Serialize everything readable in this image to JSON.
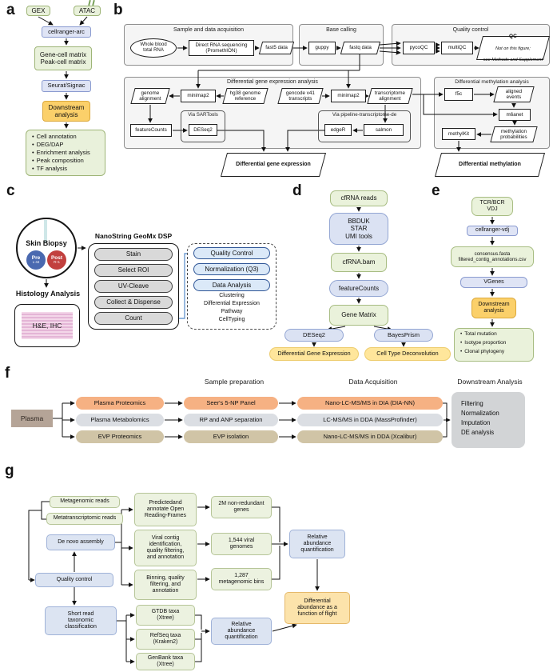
{
  "figure": {
    "panel_labels": {
      "a": "a",
      "b": "b",
      "c": "c",
      "d": "d",
      "e": "e",
      "f": "f",
      "g": "g"
    }
  },
  "colors": {
    "green_fill": "#e9f1db",
    "green_border": "#9eb577",
    "blue_fill": "#dfe4f5",
    "blue_border": "#8a9bd0",
    "orange_fill": "#fbd06a",
    "yellow_fill": "#ffe69b",
    "salmon_fill": "#f6b183",
    "gray_row_fill": "#dbdee3",
    "tan_fill": "#d0c4a6",
    "plasma_fill": "#b5a497",
    "downstream_gray": "#d2d4d6",
    "section_fill": "#f5f5f5",
    "step_button_gray": "#d9d9d9",
    "analysis_button_blue": "#dbe9f8",
    "pre_blue": "#4a69b0",
    "post_red": "#c2403e",
    "pink_fill": "#eecbe2",
    "connector_blue": "#6d9ad0"
  },
  "a": {
    "gex": "GEX",
    "atac": "ATAC",
    "cellranger": "cellranger-arc",
    "matrices": "Gene-cell matrix\nPeak-cell matrix",
    "seurat": "Seurat/Signac",
    "downstream": "Downstream\nanalysis",
    "bullets": [
      "Cell annotation",
      "DEG/DAP",
      "Enrichment analysis",
      "Peak composition",
      "TF analysis"
    ]
  },
  "b": {
    "sec_sample": "Sample and data acquisition",
    "whole_blood": "Whole blood\ntotal RNA",
    "drs": "Direct RNA sequencing\n(PromethION)",
    "fast5": "fast5 data",
    "sec_base": "Base calling",
    "guppy": "guppy",
    "fastq": "fastq data",
    "sec_qc": "Quality control",
    "pycoqc": "pycoQC",
    "multiqc": "multiQC",
    "qc_title": "QC",
    "qc_note1": "Not on this figure;",
    "qc_note2": "see Methods and Supplement",
    "sec_dge": "Differential gene expression analysis",
    "genome_alignment": "genome\nalignment",
    "minimap2_1": "minimap2",
    "hg38": "hg38 genome\nreference",
    "gencode": "gencode v41\ntranscripts",
    "minimap2_2": "minimap2",
    "transcriptome_alignment": "transcriptome\nalignment",
    "featurecounts": "featureCounts",
    "via_sartools": "Via SARTools",
    "deseq2": "DESeq2",
    "via_ptd": "Via pipeline-transcriptome-de",
    "edger": "edgeR",
    "salmon": "salmon",
    "dge_out": "Differential gene expression",
    "sec_dma": "Differential methylation analysis",
    "f5c": "f5c",
    "aligned_events": "aligned\nevents",
    "m6anet": "m6anet",
    "meth_prob": "methylation\nprobabilities",
    "methylkit": "methylKit",
    "dma_out": "Differential methylation"
  },
  "c": {
    "skin_biopsy": "Skin Biopsy",
    "pre": "Pre",
    "pre_sub": "L-44",
    "post": "Post",
    "post_sub": "R+1",
    "histology": "Histology Analysis",
    "he_ihc": "H&E, IHC",
    "nanostring_title": "NanoString GeoMx DSP",
    "steps": [
      "Stain",
      "Select ROI",
      "UV-Cleave",
      "Collect & Dispense",
      "Count"
    ],
    "analysis_buttons": [
      "Quality Control",
      "Normalization (Q3)",
      "Data Analysis"
    ],
    "analysis_items": [
      "Clustering",
      "Differential Expression",
      "Pathway",
      "CellTyping"
    ]
  },
  "d": {
    "cfrna_reads": "cfRNA reads",
    "tools": "BBDUK\nSTAR\nUMI tools",
    "cfrna_bam": "cfRNA.bam",
    "featurecounts": "featureCounts",
    "gene_matrix": "Gene Matrix",
    "deseq2": "DESeq2",
    "bayesprism": "BayesPrism",
    "dge": "Differential Gene Expression",
    "ctd": "Cell Type Deconvolution"
  },
  "e": {
    "tcr": "TCR/BCR\nVDJ",
    "cellranger_vdj": "cellranger-vdj",
    "consensus": "consensus.fasta\nfiltered_contig_annotations.csv",
    "vgenes": "VGenes",
    "downstream": "Downstream\nanalysis",
    "bullets": [
      "Total mutation",
      "Isotype proportion",
      "Clonal phylogeny"
    ]
  },
  "f": {
    "headers": [
      "Sample preparation",
      "Data Acquisition",
      "Downstream Analysis"
    ],
    "plasma": "Plasma",
    "rows": [
      {
        "type": "Plasma Proteomics",
        "prep": "Seer's 5-NP Panel",
        "acq": "Nano-LC-MS/MS in DIA (DIA-NN)"
      },
      {
        "type": "Plasma Metabolomics",
        "prep": "RP and ANP separation",
        "acq": "LC-MS/MS in DDA (MassProfinder)"
      },
      {
        "type": "EVP Proteomics",
        "prep": "EVP isolation",
        "acq": "Nano-LC-MS/MS in DDA (Xcalibur)"
      }
    ],
    "downstream": "Filtering\nNormalization\nImputation\nDE analysis"
  },
  "g": {
    "metagenomic": "Metagenomic reads",
    "metatranscriptomic": "Metatranscriptomic reads",
    "denovo": "De novo assembly",
    "qc": "Quality control",
    "short_read": "Short read\ntaxonomic\nclassification",
    "orf": "Predictedand\nannotate Open\nReading-Frames",
    "viral": "Viral contig\nidentification,\nquality filtering,\nand annotation",
    "binning": "Binning, quality\nfiltering, and\nannotation",
    "genes_2m": "2M non-redundant\ngenes",
    "viral_1544": "1,544 viral\ngenomes",
    "bins_1287": "1,287\nmetagenomic bins",
    "raq_top": "Relative\nabundance\nquantification",
    "diff_abund": "Differential\nabundance as a\nfunction of flight",
    "gtdb": "GTDB taxa\n(Xtree)",
    "refseq": "RefSeq taxa\n(Kraken2)",
    "genbank": "GenBank taxa\n(Xtree)",
    "raq_bottom": "Relative\nabundance\nquantification"
  }
}
